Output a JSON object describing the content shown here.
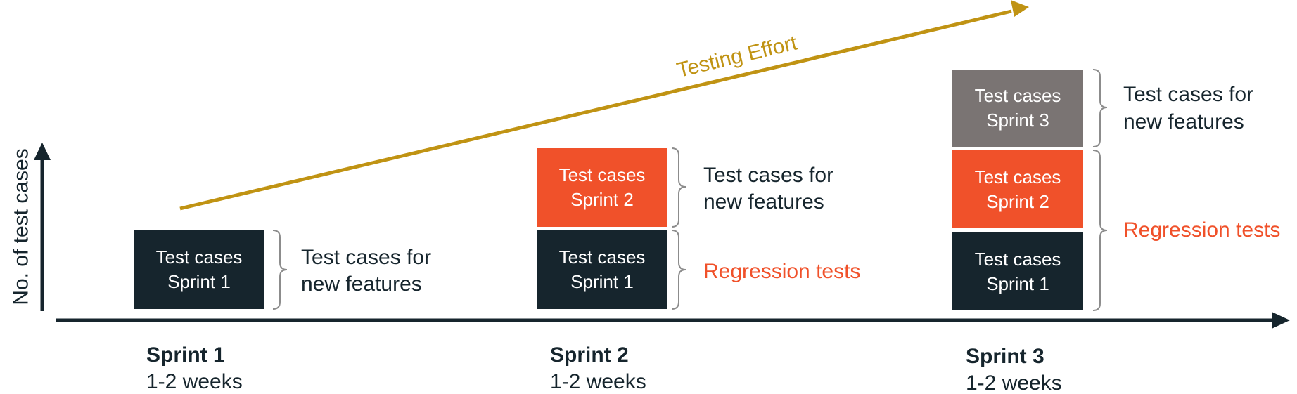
{
  "colors": {
    "dark": "#16252d",
    "orange": "#f0512a",
    "gray": "#7a7473",
    "gold": "#c09313",
    "brace": "#8c8c8c"
  },
  "axis": {
    "y_label": "No. of test cases"
  },
  "effort_label": "Testing Effort",
  "boxes": {
    "s1_b1": {
      "line1": "Test cases",
      "line2": "Sprint 1"
    },
    "s2_b1": {
      "line1": "Test cases",
      "line2": "Sprint 1"
    },
    "s2_b2": {
      "line1": "Test cases",
      "line2": "Sprint 2"
    },
    "s3_b1": {
      "line1": "Test cases",
      "line2": "Sprint 1"
    },
    "s3_b2": {
      "line1": "Test cases",
      "line2": "Sprint 2"
    },
    "s3_b3": {
      "line1": "Test cases",
      "line2": "Sprint 3"
    }
  },
  "labels": {
    "new_features": {
      "line1": "Test cases for",
      "line2": "new features"
    },
    "regression": "Regression tests"
  },
  "sprints": [
    {
      "title": "Sprint 1",
      "duration": "1-2 weeks"
    },
    {
      "title": "Sprint 2",
      "duration": "1-2 weeks"
    },
    {
      "title": "Sprint 3",
      "duration": "1-2 weeks"
    }
  ]
}
